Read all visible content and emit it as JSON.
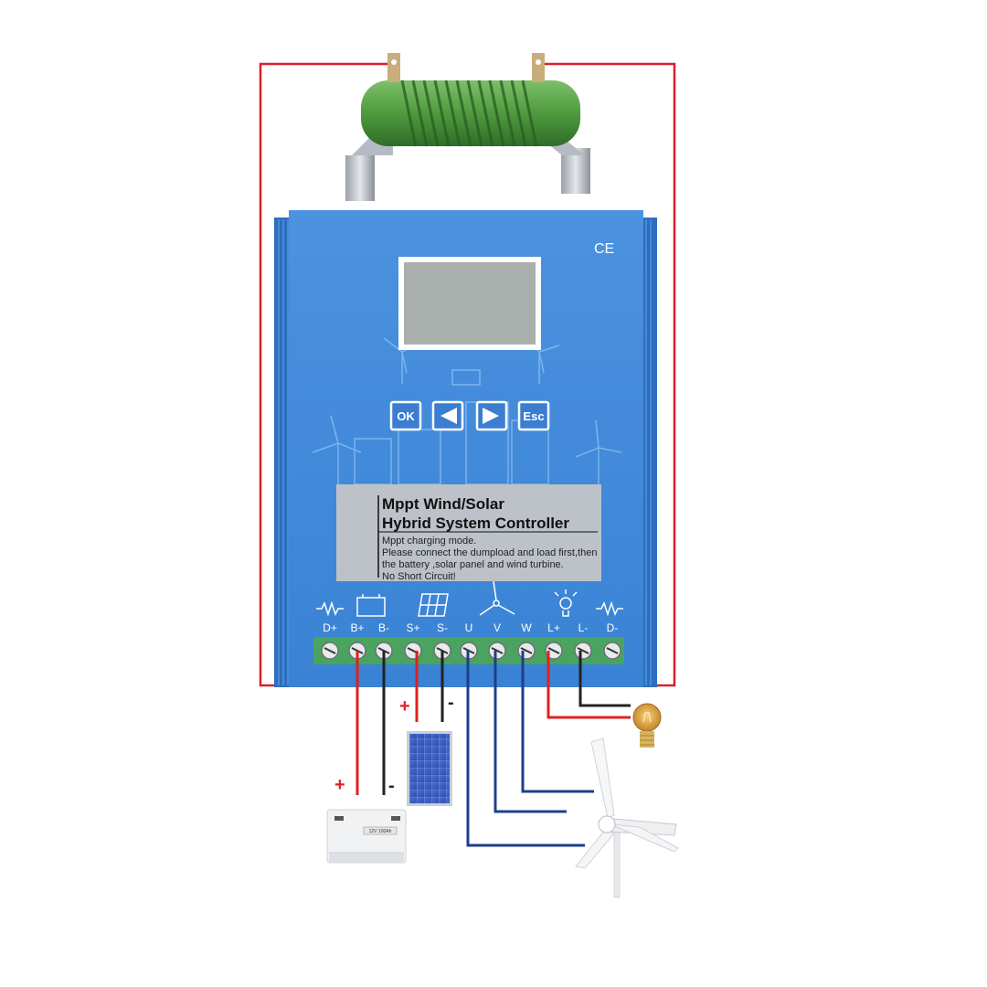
{
  "product": {
    "title_line1": "Mppt Wind/Solar",
    "title_line2": "Hybrid System Controller",
    "ce_mark": "CE",
    "notes": [
      "Mppt charging mode.",
      "Please connect the dumpload and load first,then",
      "the battery ,solar panel and wind turbine.",
      "No Short Circuit!"
    ]
  },
  "buttons": [
    {
      "label": "OK",
      "icon": "ok"
    },
    {
      "label": "",
      "icon": "arrow-left-icon"
    },
    {
      "label": "",
      "icon": "arrow-right-icon"
    },
    {
      "label": "Esc",
      "icon": "esc"
    }
  ],
  "terminals": [
    "D+",
    "B+",
    "B-",
    "S+",
    "S-",
    "U",
    "V",
    "W",
    "L+",
    "L-",
    "D-"
  ],
  "group_icons": [
    "resistor-icon",
    "battery-icon",
    "solar-panel-icon",
    "wind-turbine-icon",
    "bulb-icon",
    "resistor-icon"
  ],
  "polarity": {
    "plus": "+",
    "minus": "-"
  },
  "battery_label": "12V 100Ah",
  "colors": {
    "controller_blue": "#3d86d8",
    "positive_wire": "#e02020",
    "negative_wire": "#222222",
    "phase_wire": "#1f3f8a",
    "dump_wire": "#d8202a",
    "resistor_green": "#4f9a3e",
    "lcd_gray": "#a9afad"
  }
}
